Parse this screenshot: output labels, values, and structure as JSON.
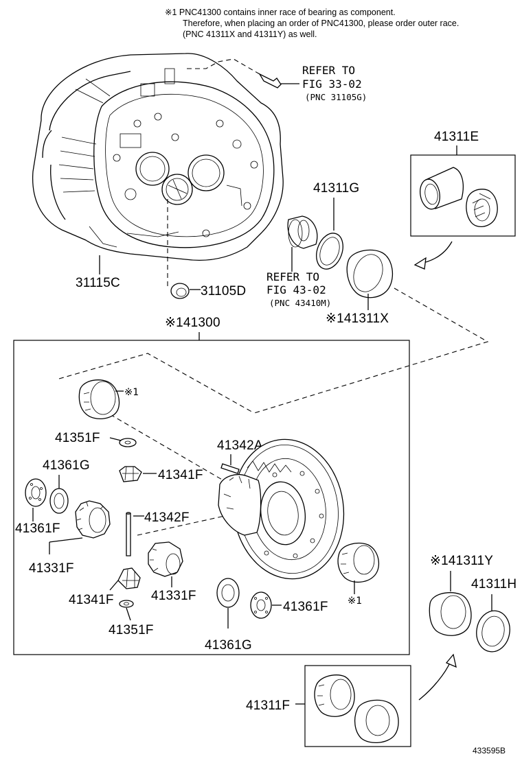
{
  "notes": {
    "line1": "※1 PNC41300 contains inner race of bearing as component.",
    "line2": "Therefore, when placing an order of PNC41300, please order outer race.",
    "line3": "(PNC 41311X and 41311Y) as well."
  },
  "refs": {
    "fig33_line1": "REFER TO",
    "fig33_line2": "FIG 33-02",
    "fig33_pnc": "(PNC 31105G)",
    "fig43_line1": "REFER TO",
    "fig43_line2": "FIG 43-02",
    "fig43_pnc": "(PNC 43410M)"
  },
  "labels": {
    "p41311E": "41311E",
    "p41311G": "41311G",
    "p31115C": "31115C",
    "p31105D": "31105D",
    "p41311X": "※141311X",
    "p41300": "※141300",
    "mark1_a": "※1",
    "p41351F_top": "41351F",
    "p41342A": "41342A",
    "p41361G_left": "41361G",
    "p41341F_top": "41341F",
    "p41342F": "41342F",
    "p41361F_left": "41361F",
    "p41331F_left": "41331F",
    "p41341F_bottom": "41341F",
    "p41331F_mid": "41331F",
    "p41351F_bottom": "41351F",
    "p41361F_right": "41361F",
    "mark1_b": "※1",
    "p41361G_bottom": "41361G",
    "p41311Y": "※141311Y",
    "p41311H": "41311H",
    "p41311F": "41311F"
  },
  "figure_code": "433595B"
}
